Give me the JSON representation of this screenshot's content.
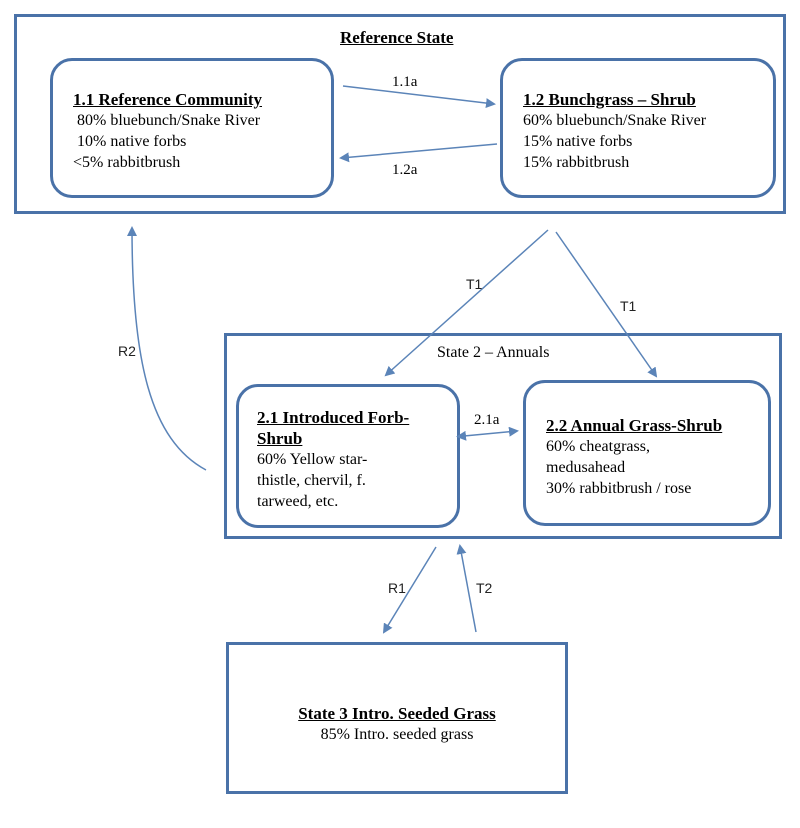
{
  "reference_state": {
    "title": "Reference State",
    "community_1_1": {
      "title": "1.1 Reference Community",
      "lines": [
        " 80% bluebunch/Snake River",
        " 10% native forbs",
        "<5% rabbitbrush"
      ]
    },
    "community_1_2": {
      "title": "1.2 Bunchgrass – Shrub",
      "lines": [
        "60% bluebunch/Snake River",
        "15% native forbs",
        "15% rabbitbrush"
      ]
    }
  },
  "state_2": {
    "title": "State 2 – Annuals",
    "community_2_1": {
      "title_lines": [
        "2.1 Introduced Forb-",
        "Shrub"
      ],
      "lines": [
        "60% Yellow star-",
        "thistle, chervil, f.",
        "tarweed, etc."
      ]
    },
    "community_2_2": {
      "title": "2.2 Annual Grass-Shrub",
      "lines": [
        "60% cheatgrass,",
        "medusahead",
        "30% rabbitbrush / rose"
      ]
    }
  },
  "state_3": {
    "title": "State 3 Intro. Seeded Grass",
    "lines": [
      "85% Intro. seeded grass"
    ]
  },
  "transitions": {
    "t_1_1a": "1.1a",
    "t_1_2a": "1.2a",
    "t_2_1a": "2.1a",
    "t1_left": "T1",
    "t1_right": "T1",
    "r2": "R2",
    "r1": "R1",
    "t2": "T2"
  },
  "colors": {
    "box_border": "#4a72a8",
    "arrow": "#5b84b8"
  }
}
